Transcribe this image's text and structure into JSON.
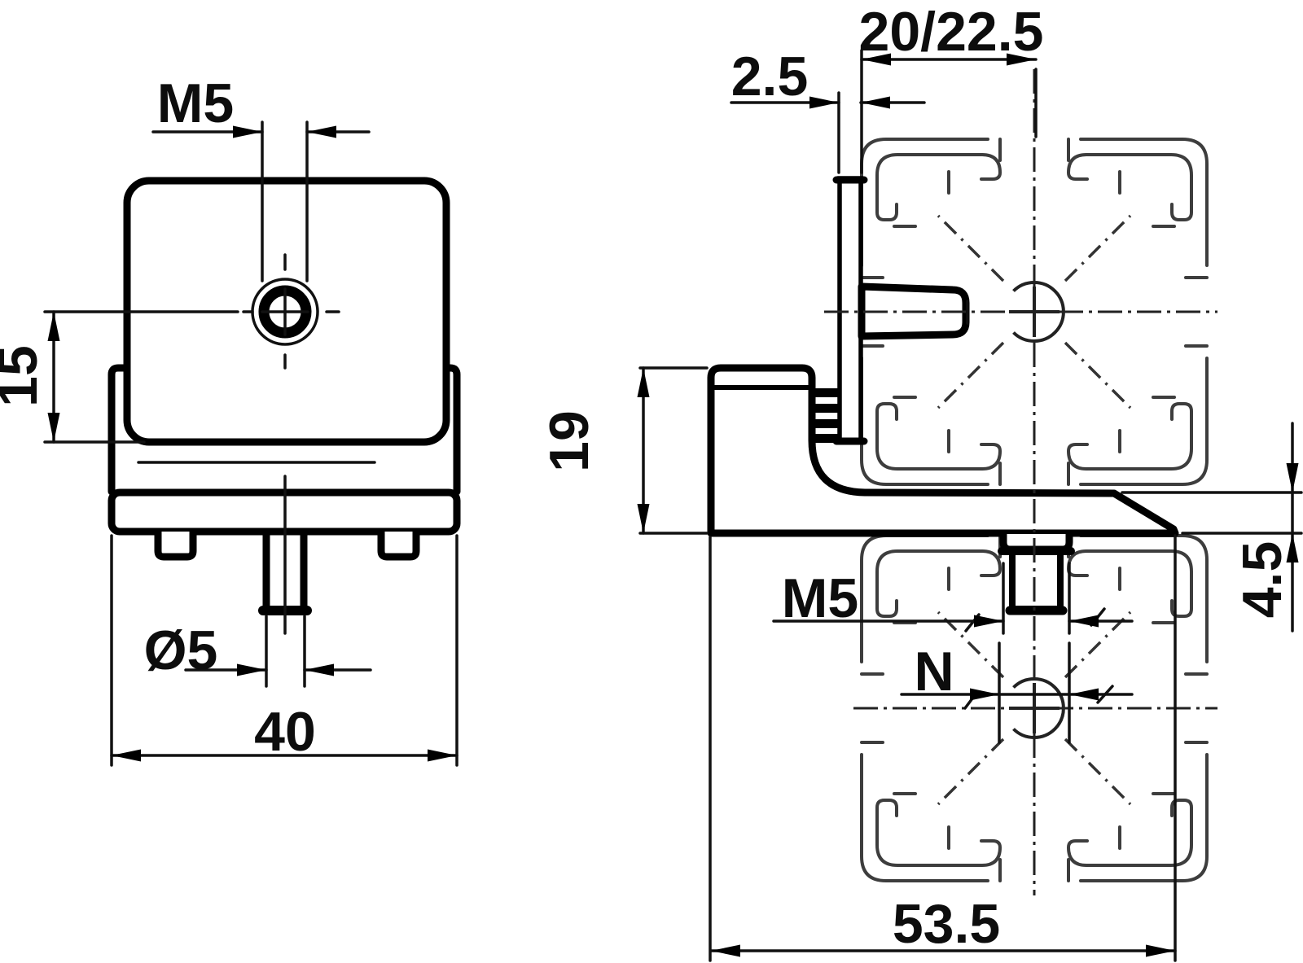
{
  "drawing": {
    "type": "technical-dimension-drawing",
    "subject": "profile clamp bracket with M5 T-stud on aluminium T-slot extrusion, front and side views"
  },
  "labels": {
    "front_thread": "M5",
    "front_offset": "15",
    "front_stud_dia": "Ø5",
    "front_width": "40",
    "side_slot_offset": "20/22.5",
    "side_plate_thickness": "2.5",
    "side_height": "19",
    "side_thread": "M5",
    "side_slot_width": "N",
    "side_leg_thickness": "4.5",
    "side_depth": "53.5"
  },
  "colors": {
    "outline": "#000000",
    "profile_lines": "#3d3d3d",
    "dimension_lines": "#111111",
    "background": "#ffffff"
  }
}
